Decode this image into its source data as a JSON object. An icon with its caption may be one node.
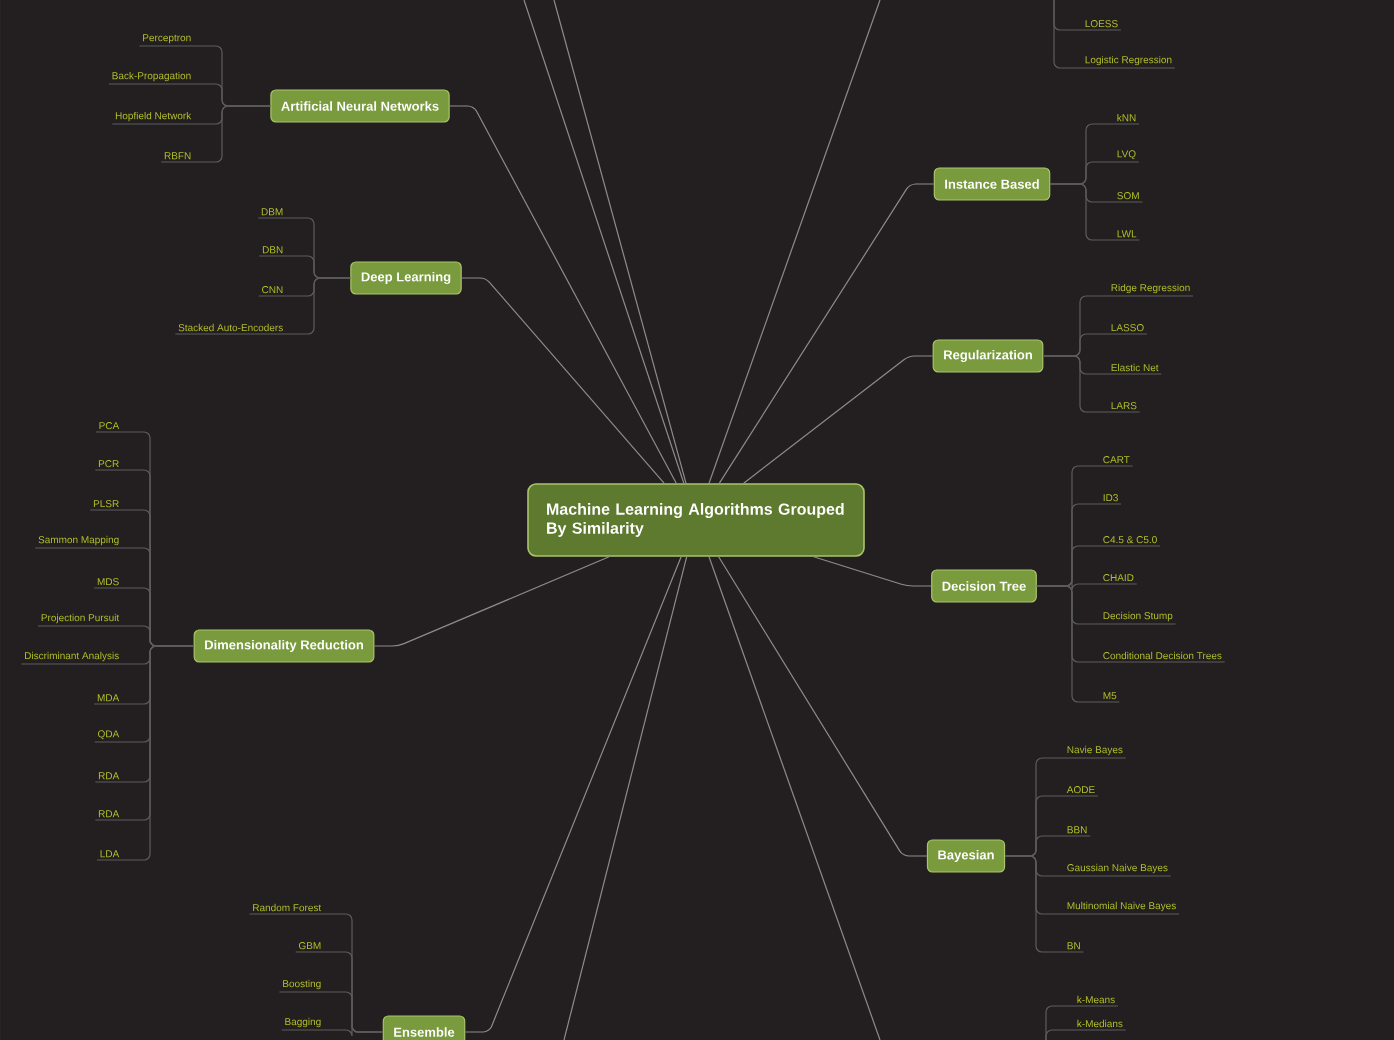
{
  "diagram": {
    "nodes": [
      {
        "text": [
          "Machine Learning Algorithms Grouped By Similarity"
        ]
      },
      {
        "text": [
          "Artificial Neural Networks"
        ]
      },
      {
        "text": [
          "Perceptron"
        ]
      },
      {
        "text": [
          "Back-Propagation"
        ]
      },
      {
        "text": [
          "Hopfield Network"
        ]
      },
      {
        "text": [
          "RBFN"
        ]
      },
      {
        "text": [
          "Deep Learning"
        ]
      },
      {
        "text": [
          "DBM"
        ]
      },
      {
        "text": [
          "DBN"
        ]
      },
      {
        "text": [
          "CNN"
        ]
      },
      {
        "text": [
          "Stacked Auto-Encoders"
        ]
      },
      {
        "text": [
          "Dimensionality Reduction"
        ]
      },
      {
        "text": [
          "PCA"
        ]
      },
      {
        "text": [
          "PCR"
        ]
      },
      {
        "text": [
          "PLSR"
        ]
      },
      {
        "text": [
          "Sammon Mapping"
        ]
      },
      {
        "text": [
          "MDS"
        ]
      },
      {
        "text": [
          "Projection Pursuit"
        ]
      },
      {
        "text": [
          "Discriminant Analysis"
        ]
      },
      {
        "text": [
          "MDA"
        ]
      },
      {
        "text": [
          "QDA"
        ]
      },
      {
        "text": [
          "RDA"
        ]
      },
      {
        "text": [
          "RDA"
        ]
      },
      {
        "text": [
          "LDA"
        ]
      },
      {
        "text": [
          "Ensemble"
        ]
      },
      {
        "text": [
          "Random Forest"
        ]
      },
      {
        "text": [
          "GBM"
        ]
      },
      {
        "text": [
          "Boosting"
        ]
      },
      {
        "text": [
          "Bagging"
        ]
      },
      {
        "text": [
          "LOESS"
        ]
      },
      {
        "text": [
          "Logistic Regression"
        ]
      },
      {
        "text": [
          "Instance Based"
        ]
      },
      {
        "text": [
          "kNN"
        ]
      },
      {
        "text": [
          "LVQ"
        ]
      },
      {
        "text": [
          "SOM"
        ]
      },
      {
        "text": [
          "LWL"
        ]
      },
      {
        "text": [
          "Regularization"
        ]
      },
      {
        "text": [
          "Ridge Regression"
        ]
      },
      {
        "text": [
          "LASSO"
        ]
      },
      {
        "text": [
          "Elastic Net"
        ]
      },
      {
        "text": [
          "LARS"
        ]
      },
      {
        "text": [
          "Decision Tree"
        ]
      },
      {
        "text": [
          "CART"
        ]
      },
      {
        "text": [
          "ID3"
        ]
      },
      {
        "text": [
          "C4.5 & C5.0"
        ]
      },
      {
        "text": [
          "CHAID"
        ]
      },
      {
        "text": [
          "Decision Stump"
        ]
      },
      {
        "text": [
          "Conditional Decision Trees"
        ]
      },
      {
        "text": [
          "M5"
        ]
      },
      {
        "text": [
          "Bayesian"
        ]
      },
      {
        "text": [
          "Navie Bayes"
        ]
      },
      {
        "text": [
          "AODE"
        ]
      },
      {
        "text": [
          "BBN"
        ]
      },
      {
        "text": [
          "Gaussian Naive Bayes"
        ]
      },
      {
        "text": [
          "Multinomial Naive Bayes"
        ]
      },
      {
        "text": [
          "BN"
        ]
      },
      {
        "text": [
          "k-Means"
        ]
      },
      {
        "text": [
          "k-Medians"
        ]
      }
    ],
    "edges": [
      {
        "from": 0,
        "to": 1,
        "arrow": "none",
        "color": "#8c8c8c"
      },
      {
        "from": 0,
        "to": 6,
        "arrow": "none",
        "color": "#8c8c8c"
      },
      {
        "from": 0,
        "to": 11,
        "arrow": "none",
        "color": "#8c8c8c"
      },
      {
        "from": 0,
        "to": 24,
        "arrow": "none",
        "color": "#8c8c8c"
      },
      {
        "from": 0,
        "to": 31,
        "arrow": "none",
        "color": "#8c8c8c"
      },
      {
        "from": 0,
        "to": 36,
        "arrow": "none",
        "color": "#8c8c8c"
      },
      {
        "from": 0,
        "to": 41,
        "arrow": "none",
        "color": "#8c8c8c"
      },
      {
        "from": 0,
        "to": 49,
        "arrow": "none",
        "color": "#8c8c8c"
      },
      {
        "from": 0,
        "to": null,
        "arrow": "none",
        "color": "#8c8c8c"
      },
      {
        "from": 0,
        "to": null,
        "arrow": "none",
        "color": "#8c8c8c"
      },
      {
        "from": 0,
        "to": null,
        "arrow": "none",
        "color": "#8c8c8c"
      },
      {
        "from": 0,
        "to": null,
        "arrow": "none",
        "color": "#8c8c8c"
      },
      {
        "from": 0,
        "to": null,
        "arrow": "none",
        "color": "#8c8c8c"
      },
      {
        "from": 1,
        "to": 2,
        "arrow": "none"
      },
      {
        "from": 1,
        "to": 3,
        "arrow": "none"
      },
      {
        "from": 1,
        "to": 4,
        "arrow": "none"
      },
      {
        "from": 1,
        "to": 5,
        "arrow": "none"
      },
      {
        "from": 6,
        "to": 7,
        "arrow": "none"
      },
      {
        "from": 6,
        "to": 8,
        "arrow": "none"
      },
      {
        "from": 6,
        "to": 9,
        "arrow": "none"
      },
      {
        "from": 6,
        "to": 10,
        "arrow": "none"
      },
      {
        "from": 11,
        "to": 12,
        "arrow": "none"
      },
      {
        "from": 11,
        "to": 13,
        "arrow": "none"
      },
      {
        "from": 11,
        "to": 14,
        "arrow": "none"
      },
      {
        "from": 11,
        "to": 15,
        "arrow": "none"
      },
      {
        "from": 11,
        "to": 16,
        "arrow": "none"
      },
      {
        "from": 11,
        "to": 17,
        "arrow": "none"
      },
      {
        "from": 11,
        "to": 18,
        "arrow": "none"
      },
      {
        "from": 11,
        "to": 19,
        "arrow": "none"
      },
      {
        "from": 11,
        "to": 20,
        "arrow": "none"
      },
      {
        "from": 11,
        "to": 21,
        "arrow": "none"
      },
      {
        "from": 11,
        "to": 22,
        "arrow": "none"
      },
      {
        "from": 11,
        "to": 23,
        "arrow": "none"
      },
      {
        "from": 24,
        "to": 25,
        "arrow": "none"
      },
      {
        "from": 24,
        "to": 26,
        "arrow": "none"
      },
      {
        "from": 24,
        "to": 27,
        "arrow": "none"
      },
      {
        "from": 24,
        "to": 28,
        "arrow": "none"
      },
      {
        "from": null,
        "to": 29,
        "arrow": "none"
      },
      {
        "from": null,
        "to": 30,
        "arrow": "none"
      },
      {
        "from": 31,
        "to": 32,
        "arrow": "none"
      },
      {
        "from": 31,
        "to": 33,
        "arrow": "none"
      },
      {
        "from": 31,
        "to": 34,
        "arrow": "none"
      },
      {
        "from": 31,
        "to": 35,
        "arrow": "none"
      },
      {
        "from": 36,
        "to": 37,
        "arrow": "none"
      },
      {
        "from": 36,
        "to": 38,
        "arrow": "none"
      },
      {
        "from": 36,
        "to": 39,
        "arrow": "none"
      },
      {
        "from": 36,
        "to": 40,
        "arrow": "none"
      },
      {
        "from": 41,
        "to": 42,
        "arrow": "none"
      },
      {
        "from": 41,
        "to": 43,
        "arrow": "none"
      },
      {
        "from": 41,
        "to": 44,
        "arrow": "none"
      },
      {
        "from": 41,
        "to": 45,
        "arrow": "none"
      },
      {
        "from": 41,
        "to": 46,
        "arrow": "none"
      },
      {
        "from": 41,
        "to": 47,
        "arrow": "none"
      },
      {
        "from": 41,
        "to": 48,
        "arrow": "none"
      },
      {
        "from": 49,
        "to": 50,
        "arrow": "none"
      },
      {
        "from": 49,
        "to": 51,
        "arrow": "none"
      },
      {
        "from": 49,
        "to": 52,
        "arrow": "none"
      },
      {
        "from": 49,
        "to": 53,
        "arrow": "none"
      },
      {
        "from": 49,
        "to": 54,
        "arrow": "none"
      },
      {
        "from": 49,
        "to": 55,
        "arrow": "none"
      },
      {
        "from": null,
        "to": 56,
        "arrow": "none"
      },
      {
        "from": null,
        "to": 57,
        "arrow": "none"
      }
    ]
  }
}
